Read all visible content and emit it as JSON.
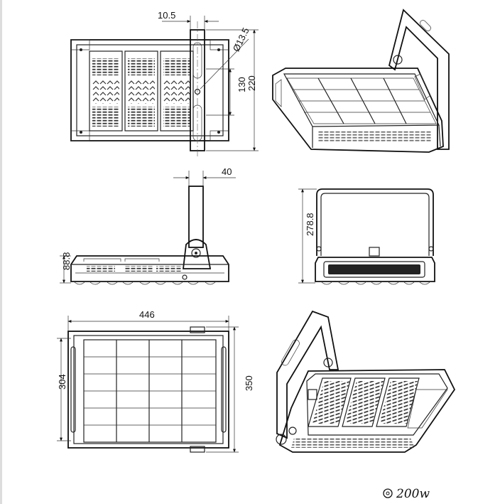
{
  "dimensions": {
    "front_bracket_width": "10.5",
    "hole_diameter": "Ø13.5",
    "bracket_slot": "130",
    "bracket_height": "220",
    "side_bracket_offset": "40",
    "side_depth": "88.8",
    "rear_total_height": "278.8",
    "bottom_width": "446",
    "bottom_inner_height": "304",
    "bottom_total_height": "350"
  },
  "note": {
    "power": "200w"
  }
}
